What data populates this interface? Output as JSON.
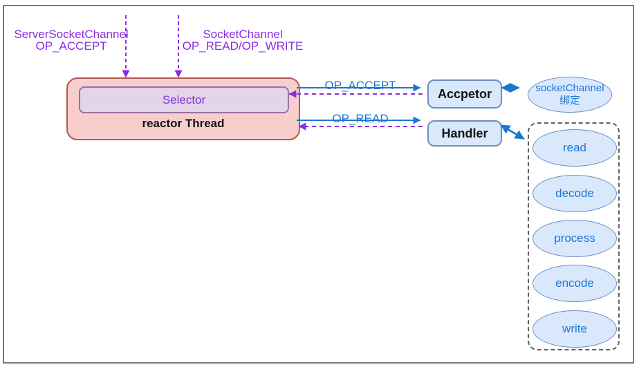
{
  "diagram": {
    "registration_labels": [
      {
        "line1": "ServerSocketChannel",
        "line2": "OP_ACCEPT"
      },
      {
        "line1": "SocketChannel",
        "line2": "OP_READ/OP_WRITE"
      }
    ],
    "reactor": {
      "selector": "Selector",
      "title": "reactor Thread"
    },
    "dispatch_edges": [
      {
        "label": "OP_ACCEPT"
      },
      {
        "label": "OP_READ"
      }
    ],
    "acceptor": "Accpetor",
    "handler": "Handler",
    "socket_channel": {
      "line1": "socketChannel",
      "line2": "绑定"
    },
    "handler_steps": [
      "read",
      "decode",
      "process",
      "encode",
      "write"
    ]
  },
  "colors": {
    "purple_accent": "#8a2be2",
    "blue_accent": "#1a78d2",
    "reactor_fill": "#f8cecc",
    "reactor_border": "#b85450",
    "selector_fill": "#e1d5e7",
    "selector_border": "#9673a6",
    "node_fill": "#dae8fc",
    "node_border": "#6c8ebf",
    "frame_border": "#7b7b7b"
  }
}
